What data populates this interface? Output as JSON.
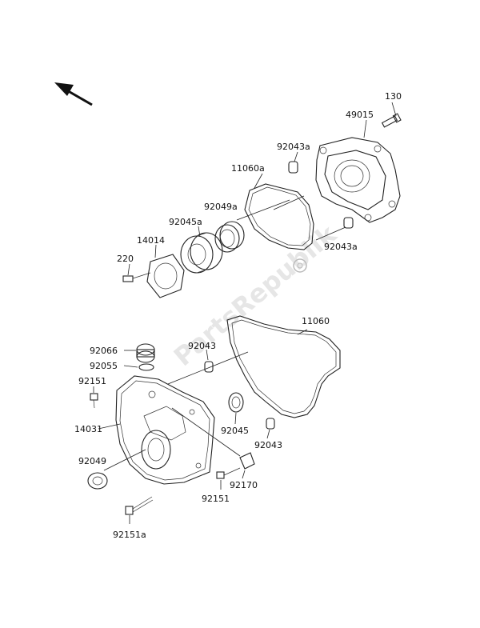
{
  "watermark": "PartsRepublik",
  "labels": {
    "p130": "130",
    "p49015": "49015",
    "p92043a_top": "92043a",
    "p11060a": "11060a",
    "p92049a": "92049a",
    "p92045a": "92045a",
    "p14014": "14014",
    "p220": "220",
    "p92043a_bottom": "92043a",
    "p11060": "11060",
    "p92043_upper": "92043",
    "p92066": "92066",
    "p92055": "92055",
    "p92151_left": "92151",
    "p14031": "14031",
    "p92045": "92045",
    "p92043_lower": "92043",
    "p92049": "92049",
    "p92170": "92170",
    "p92151_bottom": "92151",
    "p92151a": "92151a"
  }
}
